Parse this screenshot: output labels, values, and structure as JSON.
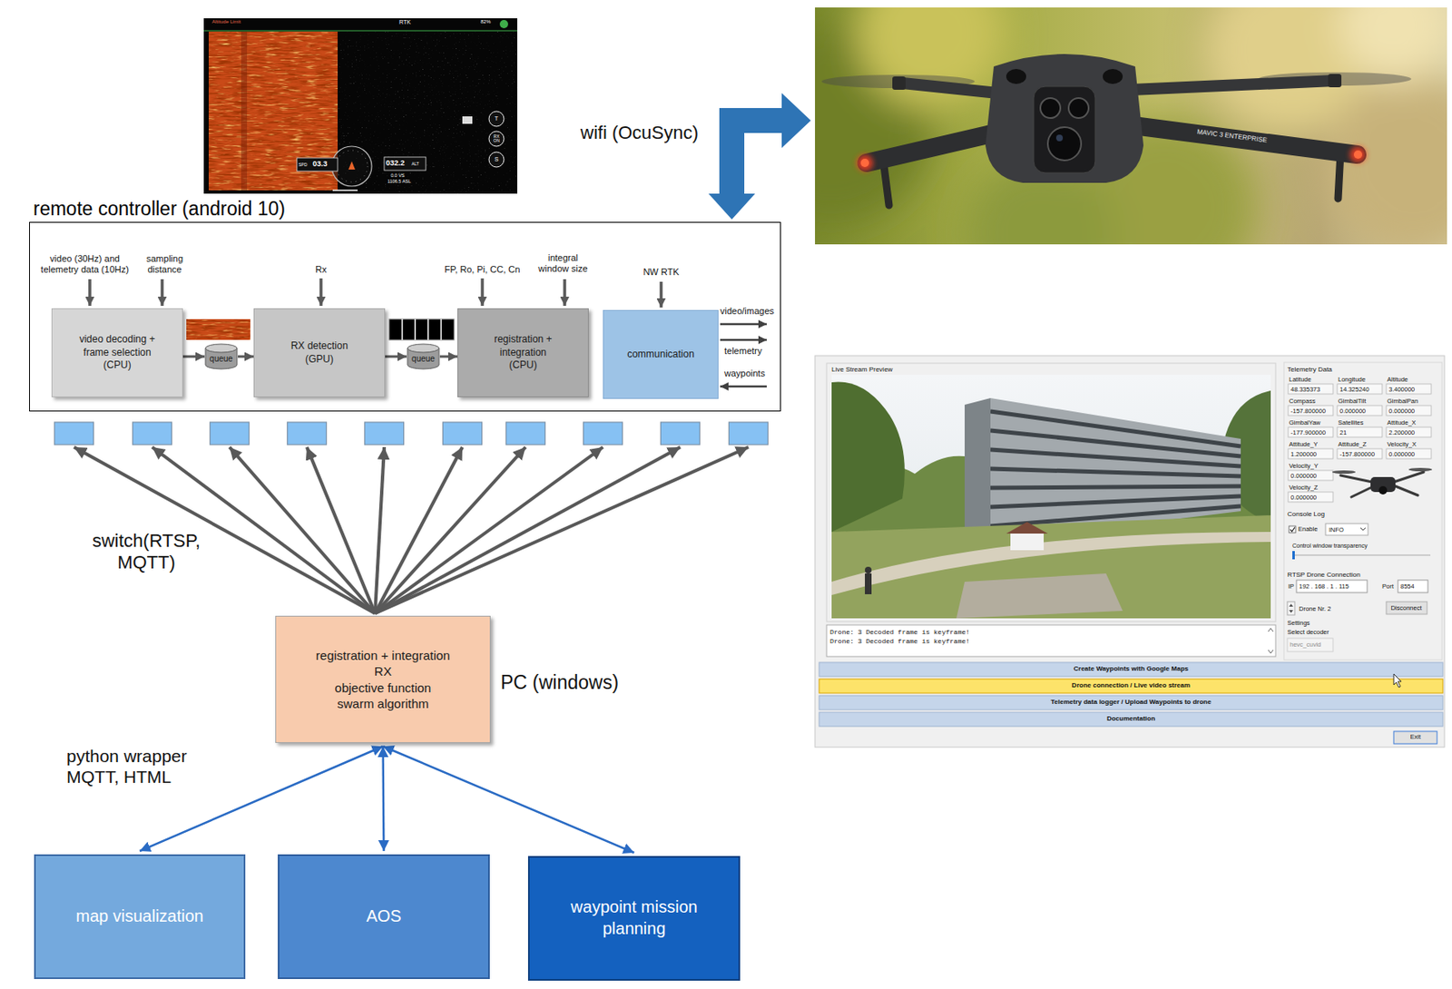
{
  "diagram": {
    "nodes": [
      {
        "text": [
          "remote controller (android 10)"
        ]
      },
      {
        "text": [
          "video decoding + frame selection (CPU)"
        ],
        "in": 0
      },
      {
        "text": [
          "queue"
        ],
        "in": 0
      },
      {
        "text": [
          "RX detection (GPU)"
        ],
        "in": 0
      },
      {
        "text": [
          "queue"
        ],
        "in": 0
      },
      {
        "text": [
          "registration + integration (CPU)"
        ],
        "in": 0
      },
      {
        "text": [
          "communication"
        ],
        "in": 0
      },
      {
        "text": [
          "registration + integration",
          "RX",
          "objective function",
          "swarm algorithm"
        ]
      },
      {
        "text": [
          "map visualization"
        ]
      },
      {
        "text": [
          "AOS"
        ]
      },
      {
        "text": [
          "waypoint mission planning"
        ]
      }
    ],
    "edges": [
      {
        "from": 1,
        "to": 2,
        "arrow": "to"
      },
      {
        "from": 2,
        "to": 3,
        "arrow": "to"
      },
      {
        "from": 3,
        "to": 4,
        "arrow": "to"
      },
      {
        "from": 4,
        "to": 5,
        "arrow": "to"
      },
      {
        "from": 7,
        "to": 8,
        "arrow": "both"
      },
      {
        "from": 7,
        "to": 9,
        "arrow": "both"
      },
      {
        "from": 7,
        "to": 10,
        "arrow": "both"
      }
    ],
    "labels": [
      "Altitude Limit",
      "RTK",
      "82%",
      "SPD",
      "03.3",
      "032.2",
      "ALT",
      "0.0 VS",
      "1106.5 ASL",
      "T",
      "RX ON",
      "S",
      "wifi (OcuSync)",
      "MAVIC 3 ENTERPRISE",
      "video (30Hz) and telemetry data (10Hz)",
      "sampling distance",
      "Rx",
      "FP, Ro, Pi, CC, Cn",
      "integral window size",
      "NW RTK",
      "video/images",
      "telemetry",
      "waypoints",
      "switch(RTSP, MQTT)",
      "PC (windows)",
      "python wrapper MQTT, HTML",
      "Live Stream Preview",
      "Drone: 3 Decoded frame is keyframe!",
      "Drone: 3 Decoded frame is keyframe!",
      "Telemetry Data",
      "Latitude",
      "Longitude",
      "Altitude",
      "48.335373",
      "14.325240",
      "3.400000",
      "Compass",
      "GimbalTilt",
      "GimbalPan",
      "-157.800000",
      "0.000000",
      "0.000000",
      "GimbalYaw",
      "Satellites",
      "Attitude_X",
      "-177.900000",
      "21",
      "2.200000",
      "Attitude_Y",
      "Attitude_Z",
      "Velocity_X",
      "1.200000",
      "-157.800000",
      "0.000000",
      "Velocity_Y",
      "0.000000",
      "Velocity_Z",
      "0.000000",
      "Console Log",
      "Enable",
      "INFO",
      "Control window transparency",
      "RTSP Drone Connection",
      "IP",
      "192 . 168 . 1 . 115",
      "Port",
      "8554",
      "Drone Nr. 2",
      "Disconnect",
      "Settings",
      "Select decoder",
      "hevc_cuvid",
      "Create Waypoints with Google Maps",
      "Drone connection / Live video stream",
      "Telemetry data logger / Upload Waypoints to drone",
      "Documentation",
      "Exit"
    ]
  }
}
